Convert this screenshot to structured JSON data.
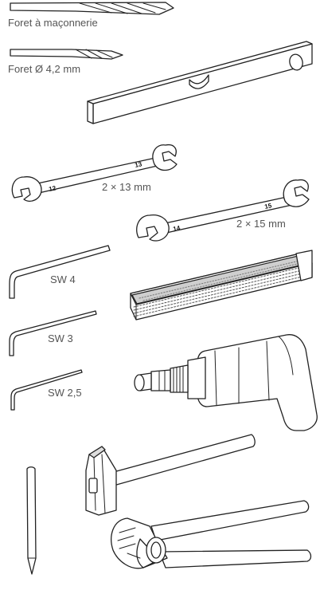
{
  "labels": {
    "masonry_drill": "Foret à maçonnerie",
    "drill_4_2": "Foret Ø 4,2 mm",
    "wrench_13": "2 × 13 mm",
    "wrench_15": "2 × 15 mm",
    "hex_4": "SW 4",
    "hex_3": "SW 3",
    "hex_2_5": "SW 2,5"
  },
  "wrench_marks": {
    "w1_left": "12",
    "w1_right": "13",
    "w2_left": "14",
    "w2_right": "15"
  }
}
